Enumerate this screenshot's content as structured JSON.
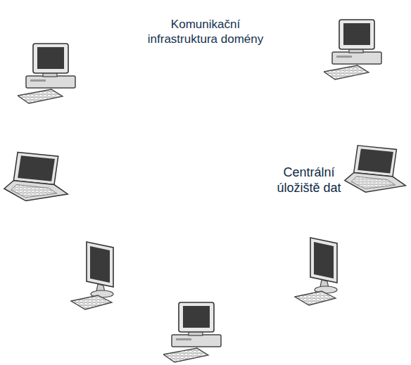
{
  "diagram": {
    "nodes": [
      {
        "text": [
          "Komunikační infrastruktura domény"
        ]
      },
      {
        "text": [
          "Centrální úložiště dat"
        ],
        "in": 0
      }
    ]
  }
}
